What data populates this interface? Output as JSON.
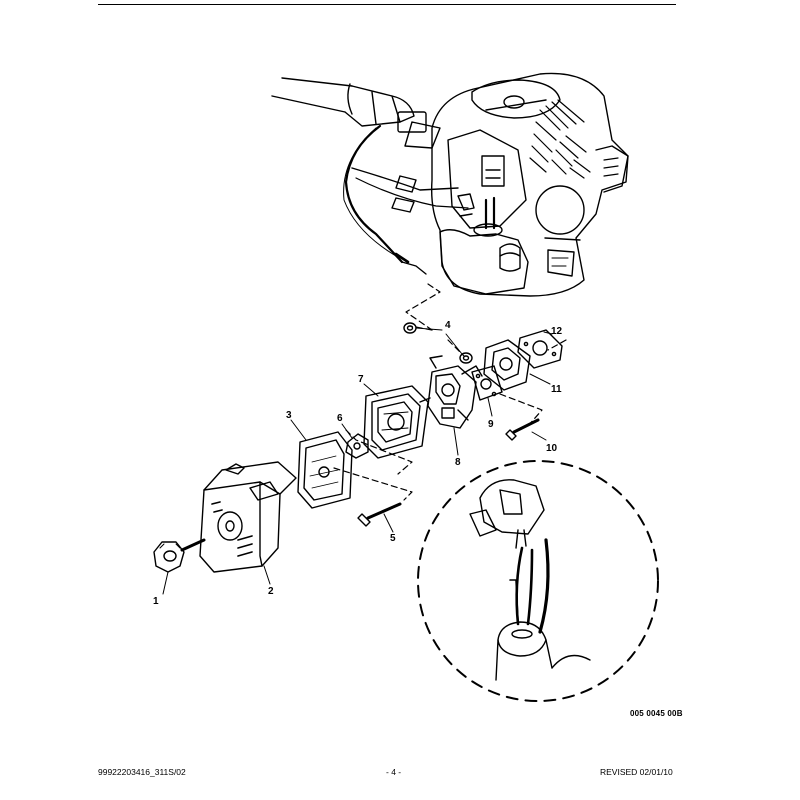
{
  "callouts": [
    "1",
    "2",
    "3",
    "4",
    "5",
    "6",
    "7",
    "8",
    "9",
    "10",
    "11",
    "12"
  ],
  "drawing_id": "005 0045 00B",
  "footer": {
    "left": "99922203416_311S/02",
    "center": "- 4 -",
    "right": "REVISED 02/01/10"
  }
}
